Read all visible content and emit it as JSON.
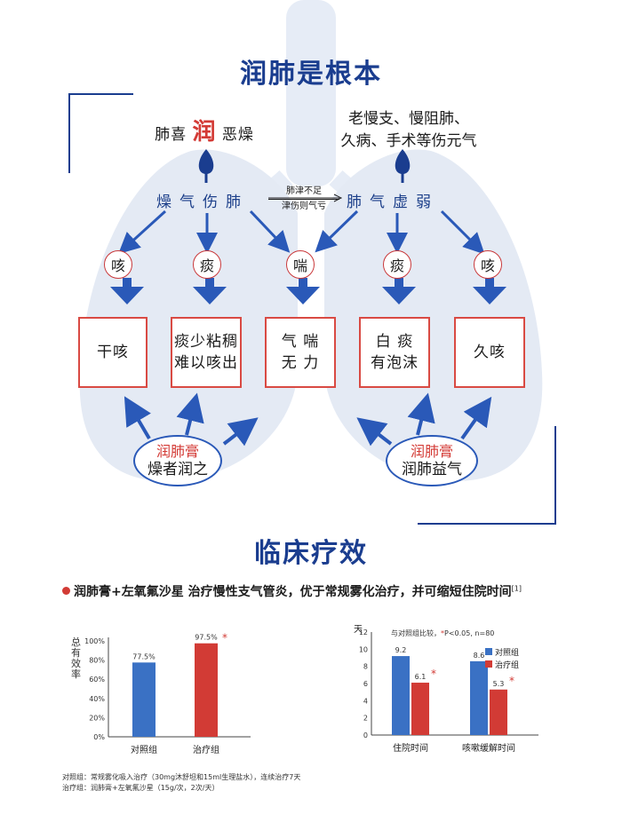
{
  "page_title": "润肺是根本",
  "left_head": "肺喜",
  "left_head_accent": "润",
  "left_head_tail": "恶燥",
  "right_head_line1": "老慢支、慢阻肺、",
  "right_head_line2": "久病、手术等伤元气",
  "left_cause": "燥气伤肺",
  "right_cause": "肺气虚弱",
  "link_top": "肺津不足",
  "link_bottom": "津伤则气亏",
  "symptoms": [
    "咳",
    "痰",
    "喘",
    "痰",
    "咳"
  ],
  "boxes": [
    [
      "干咳"
    ],
    [
      "痰少粘稠",
      "难以咳出"
    ],
    [
      "气 喘",
      "无 力"
    ],
    [
      "白 痰",
      "有泡沫"
    ],
    [
      "久咳"
    ]
  ],
  "remedy_left": {
    "name": "润肺膏",
    "desc": "燥者润之"
  },
  "remedy_right": {
    "name": "润肺膏",
    "desc": "润肺益气"
  },
  "section_title": "临床疗效",
  "claim": "润肺膏+左氧氟沙星 治疗慢性支气管炎，优于常规雾化治疗，并可缩短住院时间",
  "claim_ref": "[1]",
  "colors": {
    "control": "#3a71c4",
    "treatment": "#d23b35",
    "accent_blue": "#1a3d8f"
  },
  "chart_data": [
    {
      "type": "bar",
      "ylabel": "总有效率",
      "categories": [
        "对照组",
        "治疗组"
      ],
      "values": [
        77.5,
        97.5
      ],
      "data_labels": [
        "77.5%",
        "97.5%"
      ],
      "yticks": [
        "0%",
        "20%",
        "40%",
        "60%",
        "80%",
        "100%"
      ],
      "ylim": [
        0,
        100
      ],
      "significance": [
        false,
        true
      ],
      "marker": "*"
    },
    {
      "type": "bar",
      "ylabel": "天",
      "categories": [
        "住院时间",
        "咳嗽缓解时间"
      ],
      "series": [
        {
          "name": "对照组",
          "values": [
            9.2,
            8.6
          ]
        },
        {
          "name": "治疗组",
          "values": [
            6.1,
            5.3
          ]
        }
      ],
      "yticks": [
        "0",
        "2",
        "4",
        "6",
        "8",
        "10",
        "12"
      ],
      "ylim": [
        0,
        12
      ],
      "annotation": "与对照组比较，",
      "annotation_star": "*",
      "annotation_rest": "P<0.05,  n=80",
      "marker": "*"
    }
  ],
  "footnote_1": "对照组：常规雾化吸入治疗（30mg沐舒坦和15ml生理盐水），连续治疗7天",
  "footnote_2": "治疗组：润肺膏+左氧氟沙星（15g/次，2次/天）"
}
